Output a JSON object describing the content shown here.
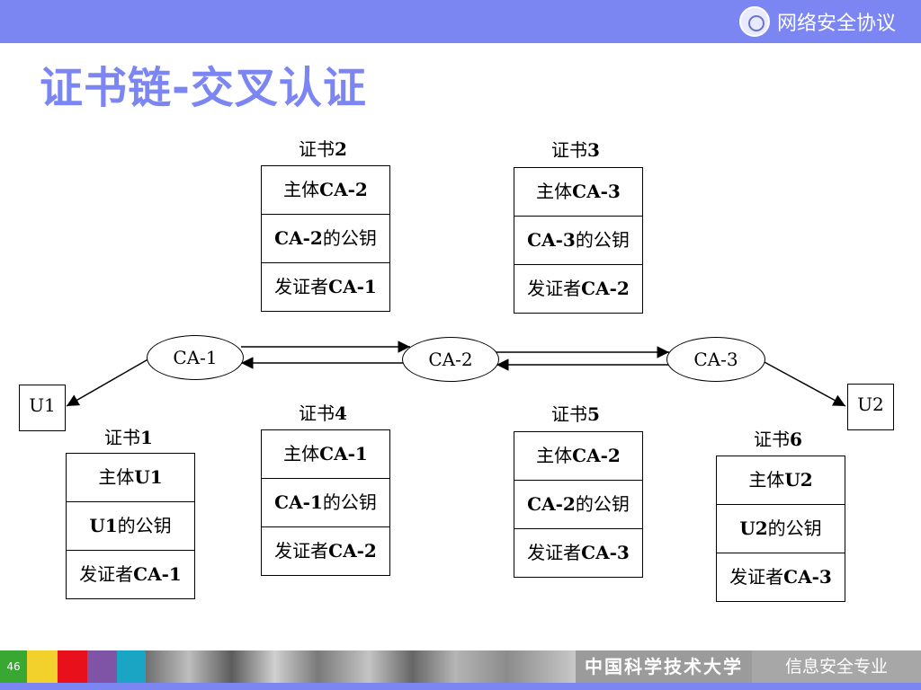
{
  "header": {
    "brand_text": "网络安全协议",
    "logo_icon": "university-seal-icon"
  },
  "title": "证书链-交叉认证",
  "nodes": {
    "ca1": "CA-1",
    "ca2": "CA-2",
    "ca3": "CA-3",
    "u1": "U1",
    "u2": "U2"
  },
  "certs": {
    "c1": {
      "prefix": "证书",
      "num": "1",
      "subject_prefix": "主体",
      "subject": "U1",
      "key_owner": "U1",
      "key_suffix": "的公钥",
      "issuer_prefix": "发证者",
      "issuer": "CA-1"
    },
    "c2": {
      "prefix": "证书",
      "num": "2",
      "subject_prefix": "主体",
      "subject": "CA-2",
      "key_owner": "CA-2",
      "key_suffix": "的公钥",
      "issuer_prefix": "发证者",
      "issuer": "CA-1"
    },
    "c3": {
      "prefix": "证书",
      "num": "3",
      "subject_prefix": "主体",
      "subject": "CA-3",
      "key_owner": "CA-3",
      "key_suffix": "的公钥",
      "issuer_prefix": "发证者",
      "issuer": "CA-2"
    },
    "c4": {
      "prefix": "证书",
      "num": "4",
      "subject_prefix": "主体",
      "subject": "CA-1",
      "key_owner": "CA-1",
      "key_suffix": "的公钥",
      "issuer_prefix": "发证者",
      "issuer": "CA-2"
    },
    "c5": {
      "prefix": "证书",
      "num": "5",
      "subject_prefix": "主体",
      "subject": "CA-2",
      "key_owner": "CA-2",
      "key_suffix": "的公钥",
      "issuer_prefix": "发证者",
      "issuer": "CA-3"
    },
    "c6": {
      "prefix": "证书",
      "num": "6",
      "subject_prefix": "主体",
      "subject": "U2",
      "key_owner": "U2",
      "key_suffix": "的公钥",
      "issuer_prefix": "发证者",
      "issuer": "CA-3"
    }
  },
  "footer": {
    "page_number": "46",
    "university": "中国科学技术大学",
    "department": "信息安全专业",
    "accent_colors": [
      "#39a832",
      "#f2d12c",
      "#e8101a",
      "#7f54a6",
      "#1ba5c4",
      "#7b86f3"
    ]
  }
}
